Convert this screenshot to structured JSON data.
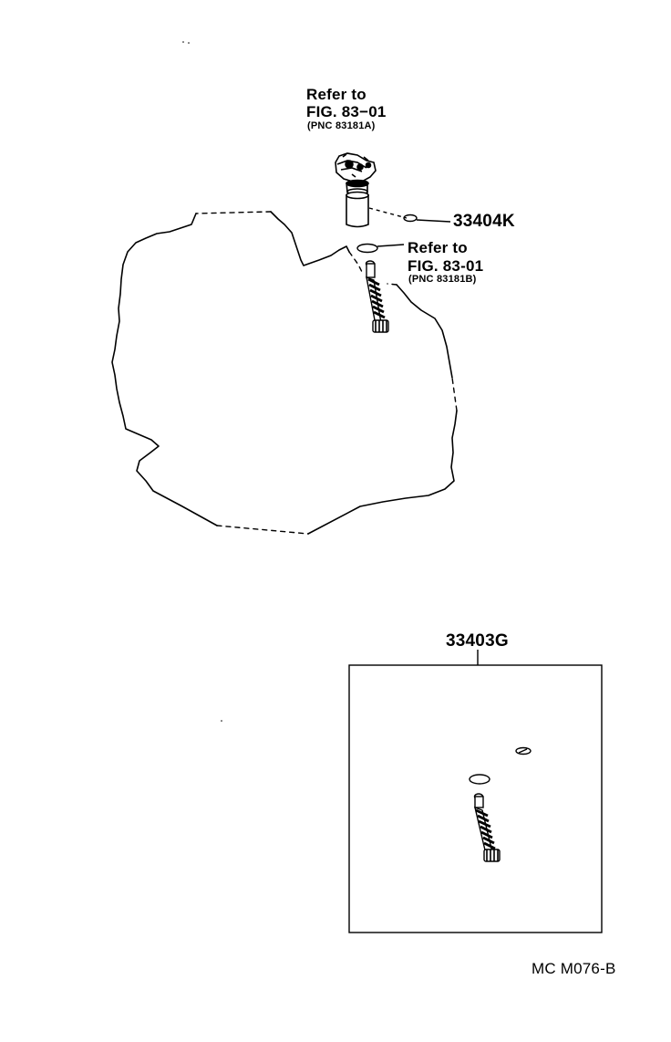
{
  "callout_top": {
    "line1": "Refer to",
    "line2": "FIG. 83−01",
    "line3": "(PNC 83181A)"
  },
  "callout_gasket": {
    "part_number": "33404K"
  },
  "callout_mid": {
    "line1": "Refer to",
    "line2": "FIG. 83-01",
    "line3": "(PNC 83181B)"
  },
  "kit": {
    "part_number": "33403G"
  },
  "figure_code": "MC M076-B"
}
